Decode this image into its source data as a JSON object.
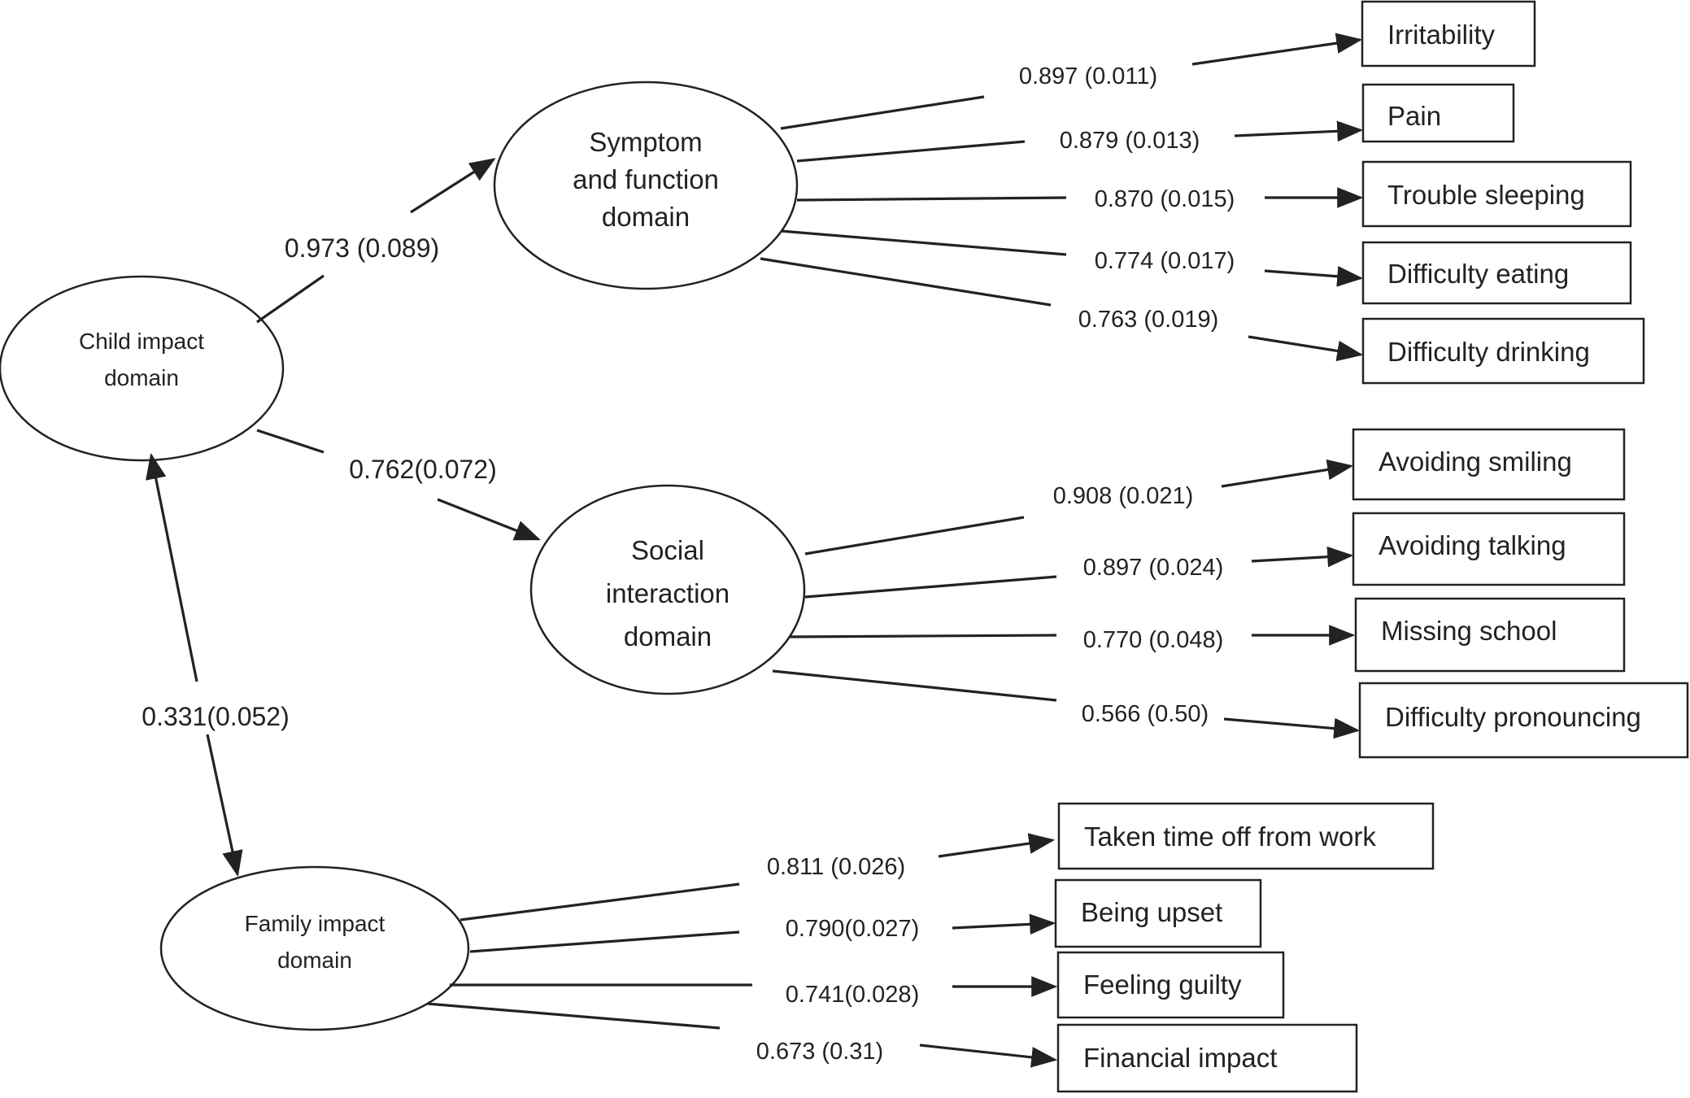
{
  "latent": {
    "child": [
      "Child impact",
      "domain"
    ],
    "symptom": [
      "Symptom",
      "and function",
      "domain"
    ],
    "social": [
      "Social",
      "interaction",
      "domain"
    ],
    "family": [
      "Family impact",
      "domain"
    ]
  },
  "paths": {
    "child_to_symptom": "0.973 (0.089)",
    "child_to_social": "0.762(0.072)",
    "child_family": "0.331(0.052)"
  },
  "symptom_items": [
    {
      "label": "Irritability",
      "loading": "0.897 (0.011)"
    },
    {
      "label": "Pain",
      "loading": "0.879 (0.013)"
    },
    {
      "label": "Trouble sleeping",
      "loading": "0.870 (0.015)"
    },
    {
      "label": "Difficulty eating",
      "loading": "0.774 (0.017)"
    },
    {
      "label": "Difficulty drinking",
      "loading": "0.763 (0.019)"
    }
  ],
  "social_items": [
    {
      "label": "Avoiding smiling",
      "loading": "0.908 (0.021)"
    },
    {
      "label": "Avoiding talking",
      "loading": "0.897 (0.024)"
    },
    {
      "label": "Missing school",
      "loading": "0.770 (0.048)"
    },
    {
      "label": "Difficulty pronouncing",
      "loading": "0.566 (0.50)"
    }
  ],
  "family_items": [
    {
      "label": "Taken time off from work",
      "loading": "0.811 (0.026)"
    },
    {
      "label": "Being upset",
      "loading": "0.790(0.027)"
    },
    {
      "label": "Feeling guilty",
      "loading": "0.741(0.028)"
    },
    {
      "label": "Financial impact",
      "loading": "0.673 (0.31)"
    }
  ]
}
